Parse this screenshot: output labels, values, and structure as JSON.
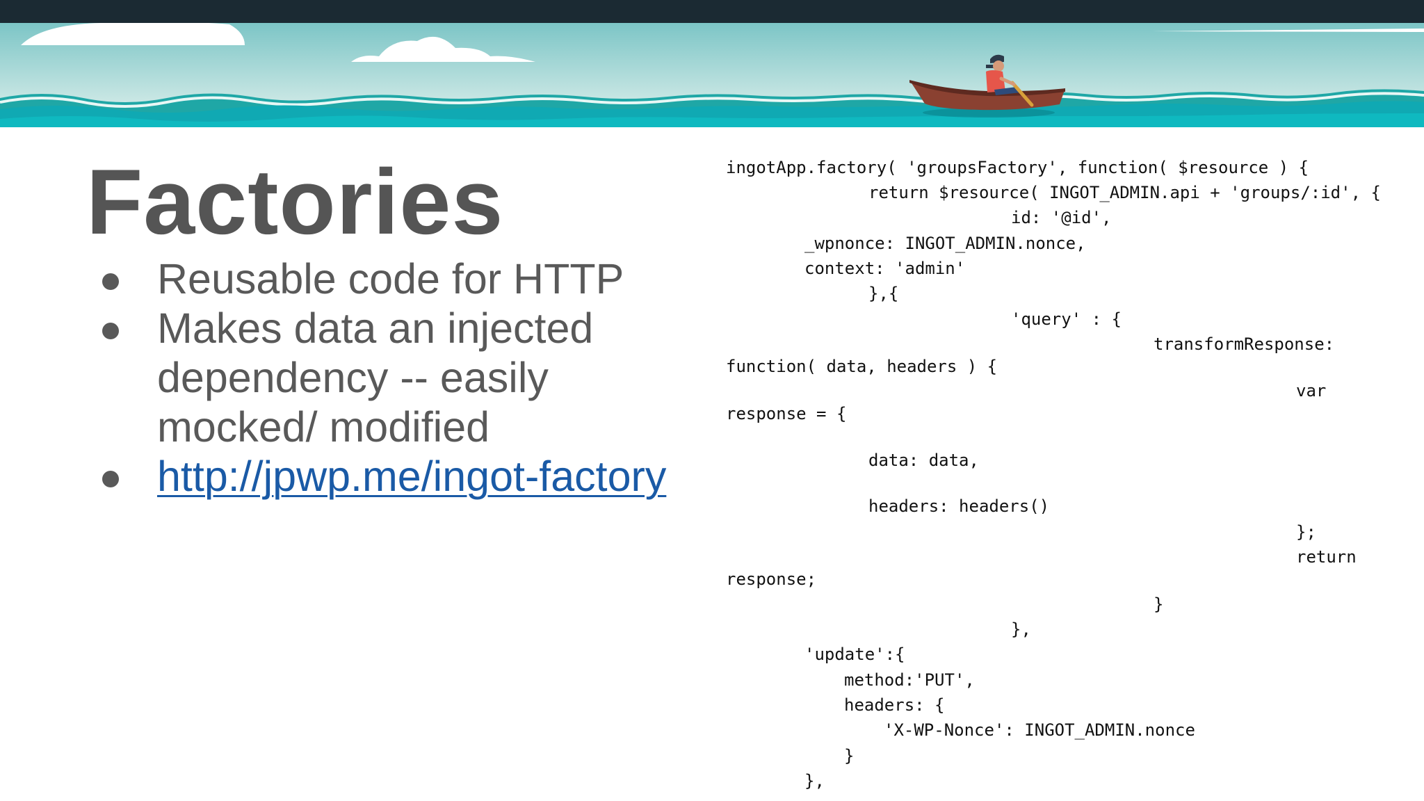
{
  "slide": {
    "title": "Factories",
    "bullets": [
      {
        "text": "Reusable code for HTTP",
        "is_link": false
      },
      {
        "text": "Makes data an injected dependency -- easily mocked/ modified",
        "is_link": false
      },
      {
        "text": "http://jpwp.me/ingot-factory",
        "is_link": true
      }
    ],
    "code_lines": [
      "ingotApp.factory( 'groupsFactory', function( $resource ) {",
      "return $resource( INGOT_ADMIN.api + 'groups/:id', {",
      "id: '@id',",
      "_wpnonce: INGOT_ADMIN.nonce,",
      "context: 'admin'",
      "},{",
      "'query' : {",
      "transformResponse:",
      "function( data, headers ) {",
      "var",
      "response = {",
      "data: data,",
      "headers: headers()",
      "};",
      "return",
      "response;",
      "}",
      "},",
      "'update':{",
      "method:'PUT',",
      "headers: {",
      "'X-WP-Nonce': INGOT_ADMIN.nonce",
      "}",
      "},"
    ]
  },
  "colors": {
    "top_bar": "#1b2a33",
    "title": "#555555",
    "body_text": "#595959",
    "link": "#1a5aa6",
    "sky_top": "#7fc7c6",
    "sea": "#10a9b3"
  },
  "banner": {
    "illustration": "person-rowing-boat-on-sea-illustration"
  }
}
